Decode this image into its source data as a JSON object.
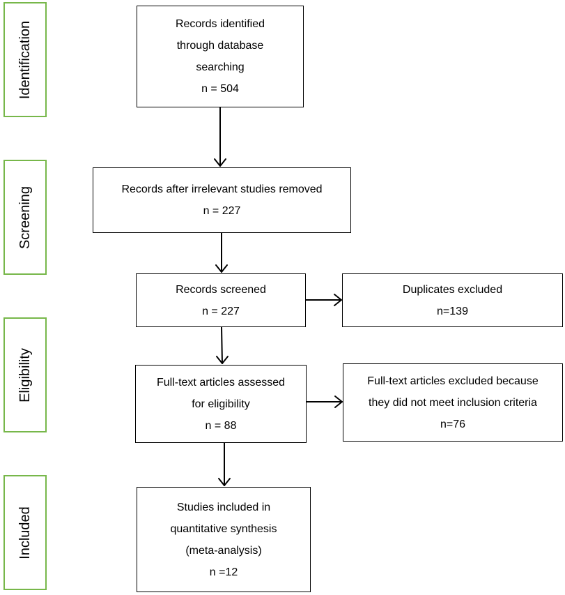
{
  "stages": {
    "identification": "Identification",
    "screening": "Screening",
    "eligibility": "Eligibility",
    "included": "Included"
  },
  "boxes": {
    "identified": {
      "line1": "Records identified",
      "line2": "through database",
      "line3": "searching",
      "count": "n = 504"
    },
    "after_removal": {
      "line1": "Records after irrelevant studies removed",
      "count": "n = 227"
    },
    "screened": {
      "line1": "Records screened",
      "count": "n = 227"
    },
    "duplicates": {
      "line1": "Duplicates excluded",
      "count": "n=139"
    },
    "fulltext": {
      "line1": "Full-text articles assessed",
      "line2": "for eligibility",
      "count": "n = 88"
    },
    "fulltext_excluded": {
      "line1": "Full-text articles excluded because",
      "line2": "they did not meet inclusion criteria",
      "count": "n=76"
    },
    "included": {
      "line1": "Studies included in",
      "line2": "quantitative synthesis",
      "line3": "(meta-analysis)",
      "count": "n =12"
    }
  },
  "colors": {
    "stage_border": "#77b74a",
    "box_border": "#000000",
    "arrow": "#000000"
  }
}
